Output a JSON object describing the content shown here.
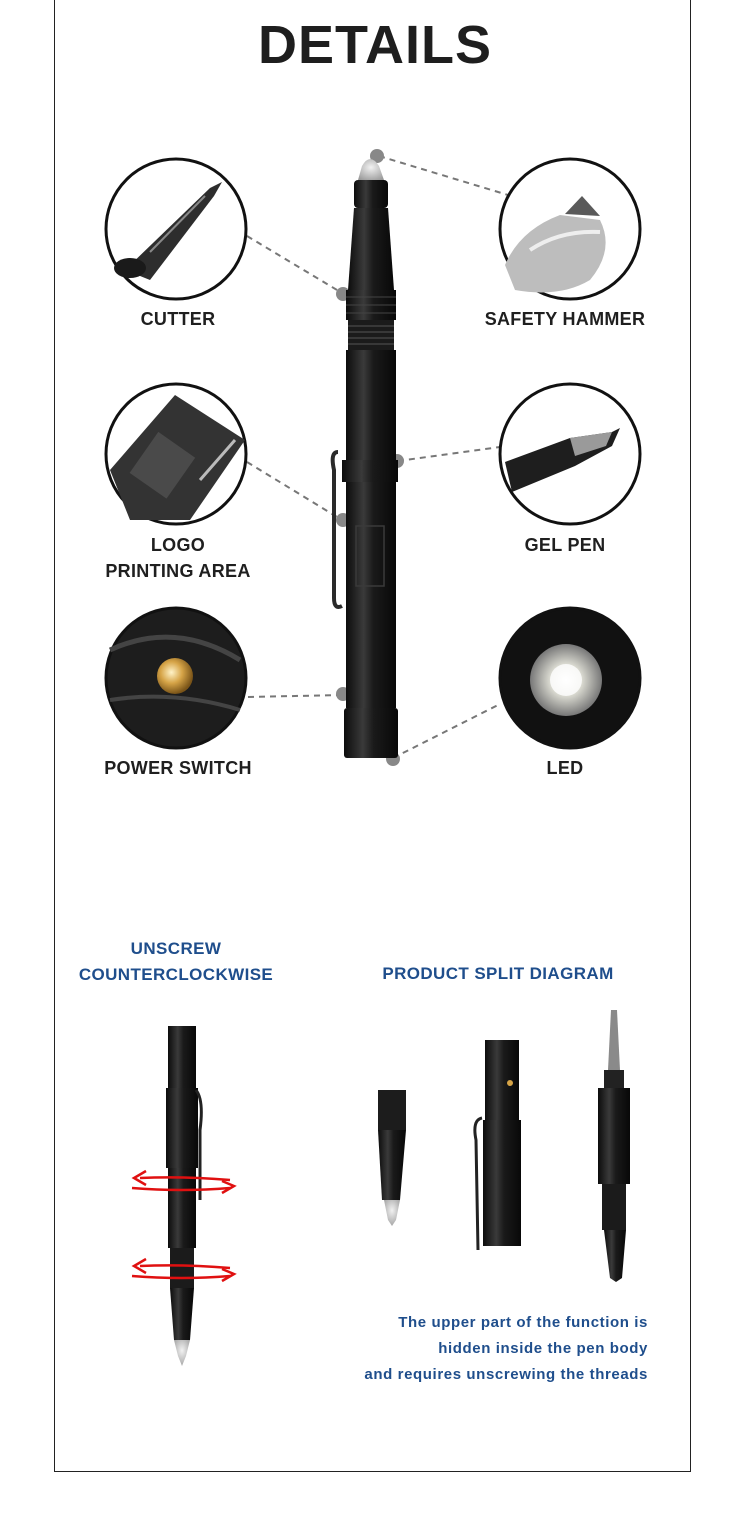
{
  "page": {
    "title": "DETAILS"
  },
  "features": {
    "cutter": "CUTTER",
    "safety_hammer": "SAFETY HAMMER",
    "logo_line1": "LOGO",
    "logo_line2": "PRINTING AREA",
    "gel_pen": "GEL PEN",
    "power_switch": "POWER SWITCH",
    "led": "LED"
  },
  "bottom": {
    "unscrew_line1": "UNSCREW",
    "unscrew_line2": "COUNTERCLOCKWISE",
    "split_title": "PRODUCT SPLIT DIAGRAM",
    "note_line1": "The upper part of the function is",
    "note_line2": "hidden inside the pen body",
    "note_line3": "and requires unscrewing the threads"
  },
  "colors": {
    "heading": "#1e1e1e",
    "accent_blue": "#1f4e8c",
    "arrow_red": "#e01010",
    "pen_black": "#151515"
  }
}
